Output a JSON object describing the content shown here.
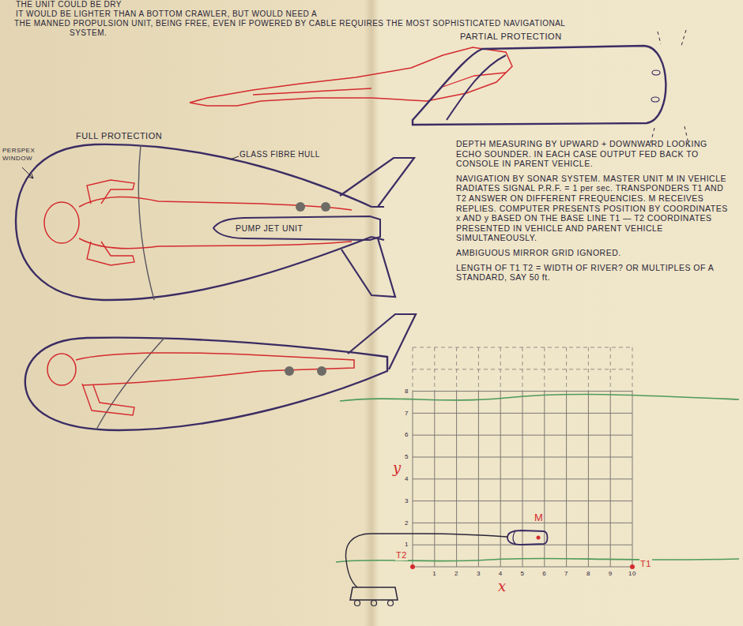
{
  "diagram": {
    "nodes": [
      {
        "text": [
          "PUMP JET UNIT"
        ]
      }
    ],
    "labels": [
      "THE UNIT COULD BE DRY",
      "IT WOULD BE LIGHTER THAN A BOTTOM CRAWLER, BUT WOULD NEED A",
      "THE MANNED PROPULSION UNIT, BEING FREE, EVEN IF POWERED BY CABLE REQUIRES THE MOST SOPHISTICATED NAVIGATIONAL SYSTEM.",
      "PARTIAL PROTECTION",
      "FULL PROTECTION",
      "GLASS FIBRE HULL",
      "PERSPEX WINDOW",
      "DEPTH MEASURING BY UPWARD + DOWNWARD LOOKING ECHO SOUNDER. IN EACH CASE OUTPUT FED BACK TO CONSOLE IN PARENT VEHICLE.",
      "NAVIGATION BY SONAR SYSTEM. MASTER UNIT M IN VEHICLE RADIATES SIGNAL P.R.F. = 1 per sec. TRANSPONDERS T1 AND T2 ANSWER ON DIFFERENT FREQUENCIES. M RECEIVES REPLIES. COMPUTER PRESENTS POSITION BY COORDINATES x AND y BASED ON THE BASE LINE T1 — T2 COORDINATES PRESENTED IN VEHICLE AND PARENT VEHICLE SIMULTANEOUSLY.",
      "AMBIGUOUS MIRROR GRID IGNORED.",
      "LENGTH OF T1 T2 = WIDTH OF RIVER? OR MULTIPLES OF A STANDARD, SAY 50 ft.",
      "y",
      "x",
      "M",
      "T2",
      "T1",
      "1",
      "2",
      "3",
      "4",
      "5",
      "6",
      "7",
      "8",
      "1",
      "2",
      "3",
      "4",
      "5",
      "6",
      "7",
      "8",
      "9",
      "10"
    ]
  }
}
